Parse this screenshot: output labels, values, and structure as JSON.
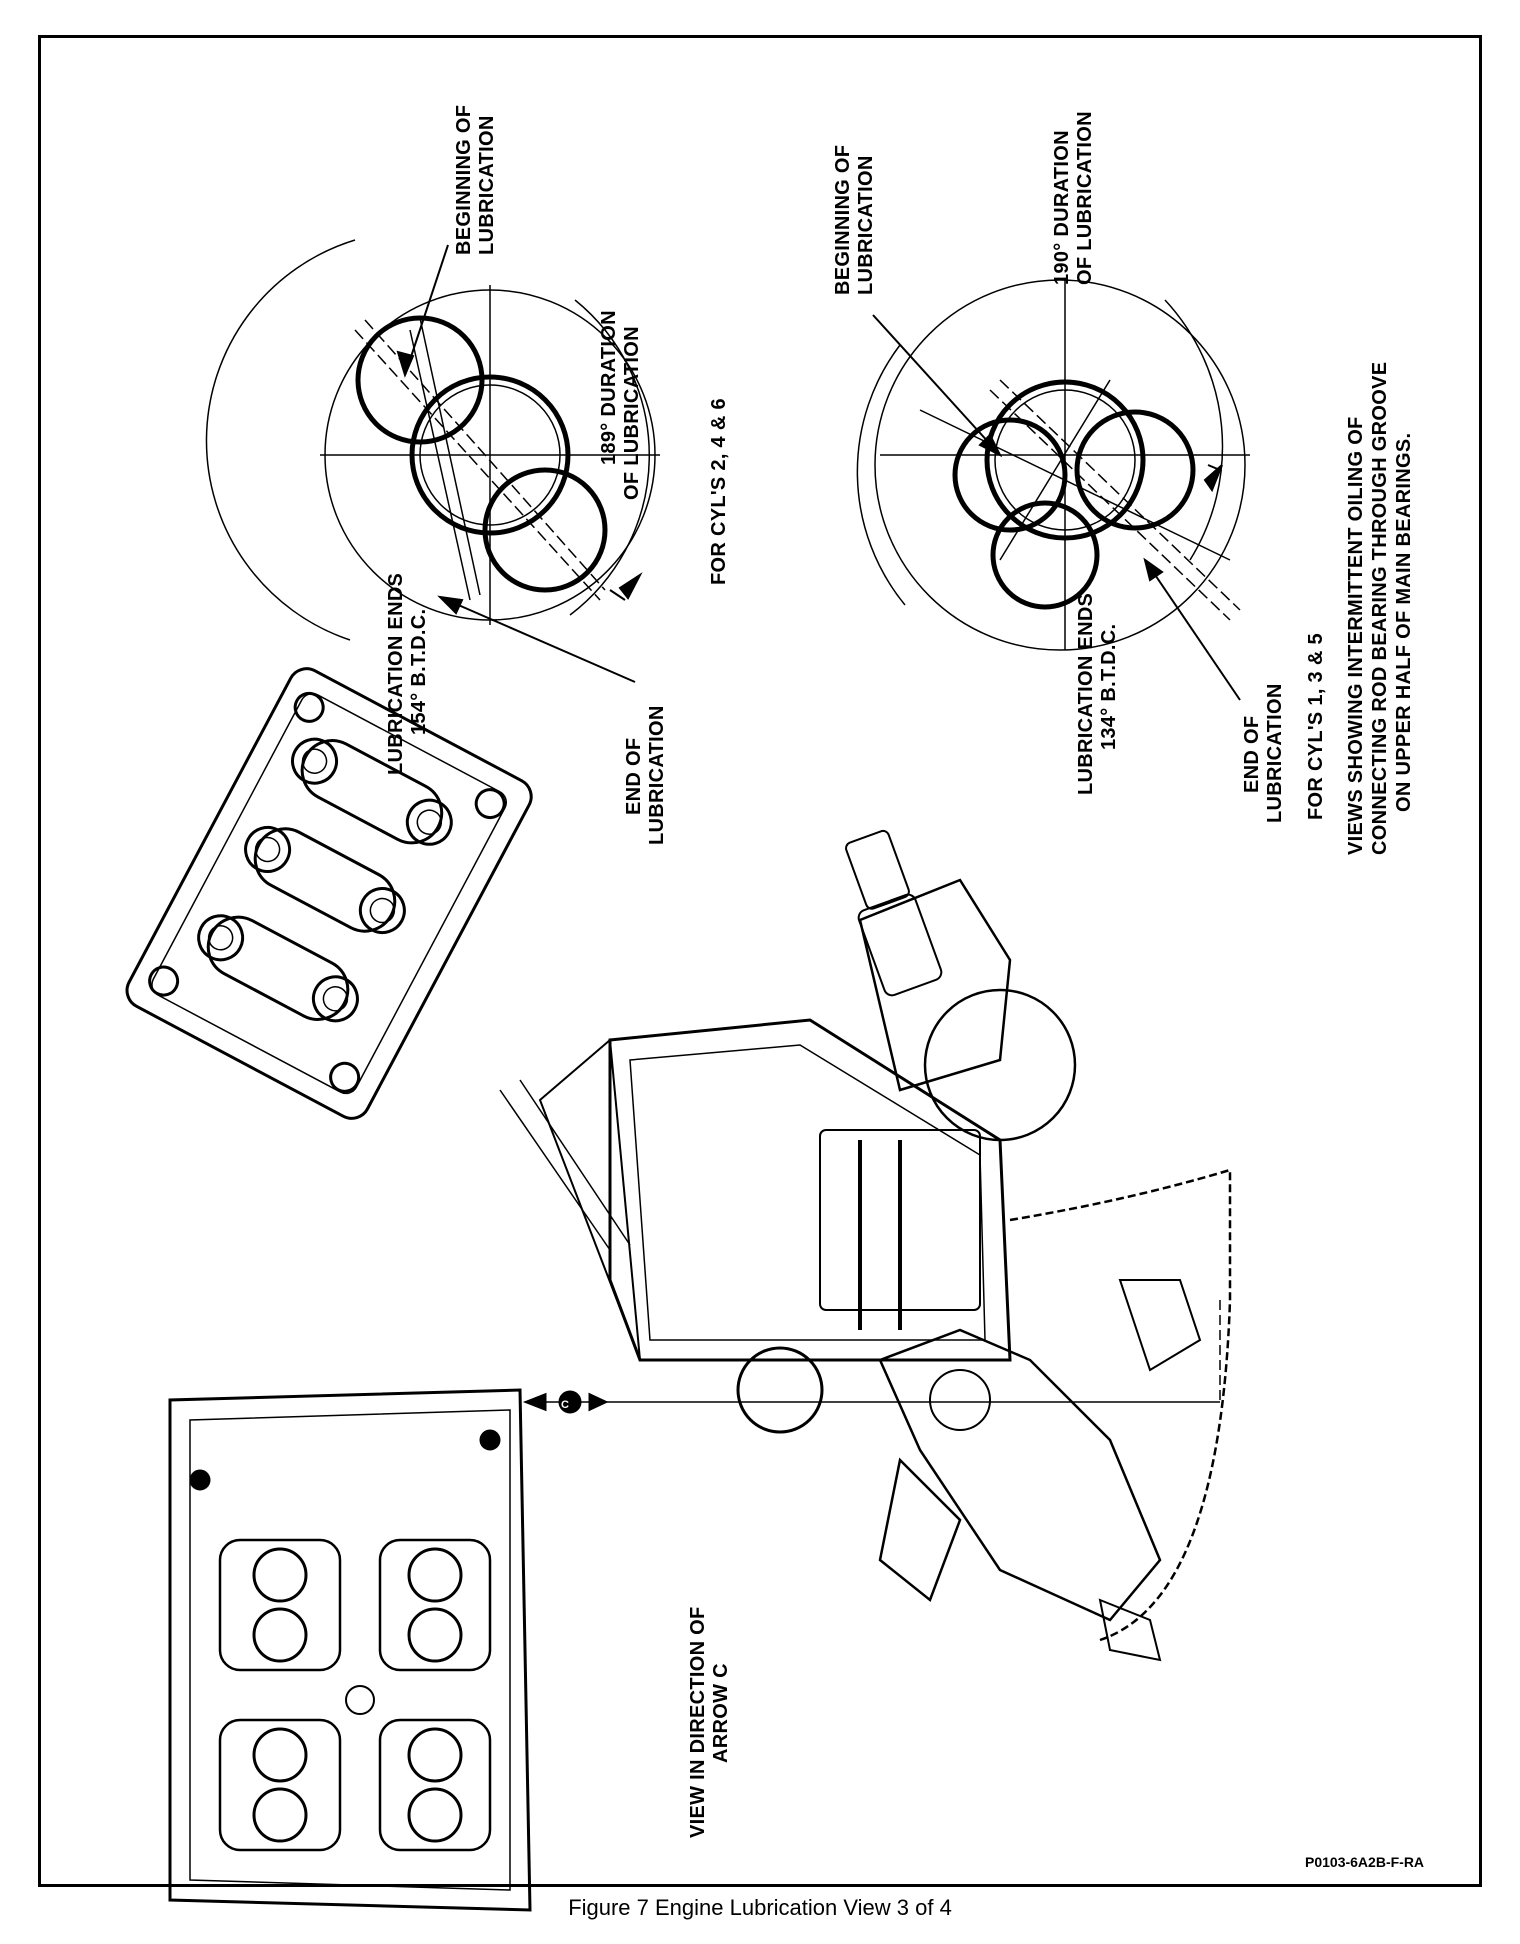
{
  "figure_caption": "Figure 7 Engine Lubrication View 3 of 4",
  "reference_code": "P0103-6A2B-F-RA",
  "cyl_246": {
    "beginning": [
      "BEGINNING OF",
      "LUBRICATION"
    ],
    "duration": [
      "189° DURATION",
      "OF LUBRICATION"
    ],
    "ends": [
      "LUBRICATION ENDS",
      "154° B.T.D.C."
    ],
    "end_of": [
      "END OF",
      "LUBRICATION"
    ],
    "caption": "FOR CYL'S 2, 4 & 6"
  },
  "cyl_135": {
    "beginning": [
      "BEGINNING OF",
      "LUBRICATION"
    ],
    "duration": [
      "190° DURATION",
      "OF LUBRICATION"
    ],
    "ends": [
      "LUBRICATION ENDS",
      "134° B.T.D.C."
    ],
    "end_of": [
      "END OF",
      "LUBRICATION"
    ],
    "caption": "FOR CYL'S 1, 3 & 5"
  },
  "views_note": [
    "VIEWS SHOWING INTERMITTENT OILING OF",
    "CONNECTING ROD BEARING THROUGH GROOVE",
    "ON UPPER HALF OF MAIN BEARINGS."
  ],
  "arrow_c_view": [
    "VIEW IN DIRECTION OF",
    "ARROW C"
  ],
  "arrow_c_letter": "C"
}
